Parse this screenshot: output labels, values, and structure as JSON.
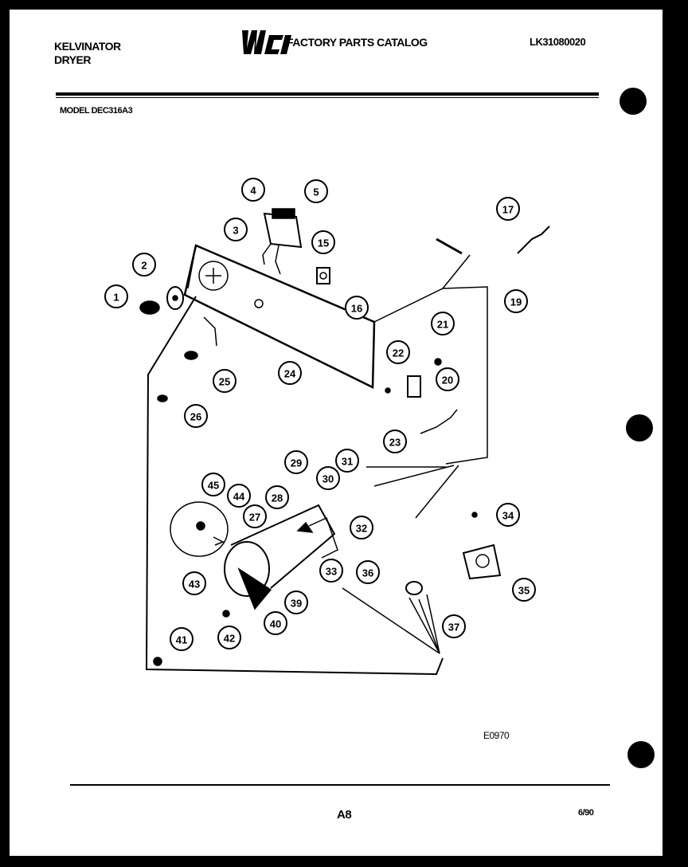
{
  "header": {
    "brand_line1": "KELVINATOR",
    "brand_line2": "DRYER",
    "logo_text": "WCI",
    "catalog_title": "FACTORY PARTS CATALOG",
    "catalog_number": "LK31080020",
    "model": "MODEL DEC316A3"
  },
  "diagram": {
    "code": "E0970",
    "callouts": [
      "1",
      "2",
      "3",
      "4",
      "5",
      "15",
      "16",
      "17",
      "19",
      "20",
      "21",
      "22",
      "23",
      "24",
      "25",
      "26",
      "27",
      "28",
      "29",
      "30",
      "31",
      "32",
      "33",
      "34",
      "35",
      "36",
      "37",
      "39",
      "40",
      "41",
      "42",
      "43",
      "44",
      "45"
    ]
  },
  "footer": {
    "page": "A8",
    "date": "6/90"
  },
  "colors": {
    "background": "#000000",
    "paper": "#ffffff",
    "ink": "#000000"
  }
}
